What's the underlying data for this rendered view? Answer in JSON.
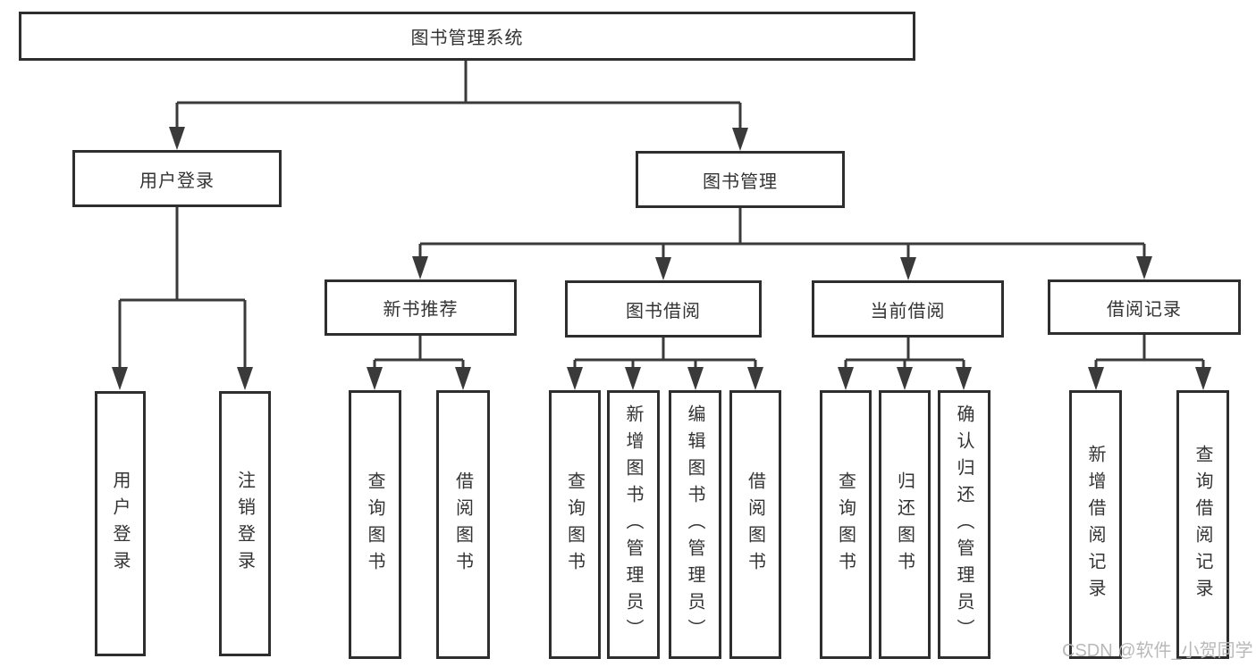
{
  "colors": {
    "line": "#3a3a3a",
    "box_border": "#2e2e2e",
    "box_fill": "#ffffff",
    "text": "#333333",
    "watermark": "#b9b9b9",
    "background": "#ffffff"
  },
  "watermark": {
    "text": "CSDN @软件_小贺同学"
  },
  "diagram": {
    "root": {
      "label": "图书管理系统"
    },
    "branches": [
      {
        "label": "用户登录",
        "children": [
          {
            "label": "用户登录"
          },
          {
            "label": "注销登录"
          }
        ]
      },
      {
        "label": "图书管理",
        "children": [
          {
            "label": "新书推荐",
            "children": [
              {
                "label": "查询图书"
              },
              {
                "label": "借阅图书"
              }
            ]
          },
          {
            "label": "图书借阅",
            "children": [
              {
                "label": "查询图书"
              },
              {
                "label": "新增图书（管理员）"
              },
              {
                "label": "编辑图书（管理员）"
              },
              {
                "label": "借阅图书"
              }
            ]
          },
          {
            "label": "当前借阅",
            "children": [
              {
                "label": "查询图书"
              },
              {
                "label": "归还图书"
              },
              {
                "label": "确认归还（管理员）"
              }
            ]
          },
          {
            "label": "借阅记录",
            "children": [
              {
                "label": "新增借阅记录"
              },
              {
                "label": "查询借阅记录"
              }
            ]
          }
        ]
      }
    ]
  }
}
